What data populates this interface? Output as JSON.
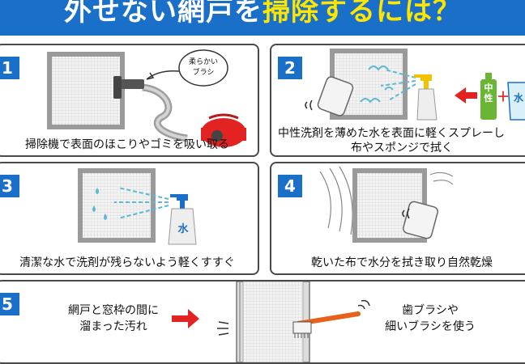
{
  "title": {
    "part1": "外せない網戸を",
    "part2": "掃除するには？"
  },
  "steps": [
    {
      "number": "1",
      "caption": "掃除機で表面のほこりやゴミを吸い取る",
      "bubble_line1": "柔らかい",
      "bubble_line2": "ブラシ"
    },
    {
      "number": "2",
      "caption_line1": "中性洗剤を薄めた水を表面に軽くスプレーし",
      "caption_line2": "布やスポンジで拭く",
      "bottle_label": "中性",
      "plus": "＋",
      "water_label": "水"
    },
    {
      "number": "3",
      "caption": "清潔な水で洗剤が残らないよう軽くすすぐ",
      "bottle_label": "水"
    },
    {
      "number": "4",
      "caption": "乾いた布で水分を拭き取り自然乾燥"
    },
    {
      "number": "5",
      "left_line1": "網戸と窓枠の間に",
      "left_line2": "溜まった汚れ",
      "right_line1": "歯ブラシや",
      "right_line2": "細いブラシを使う"
    }
  ],
  "colors": {
    "blue": "#1a6fc9",
    "yellow": "#ffe600",
    "red": "#e32222",
    "orange": "#e8611c",
    "spray": "#5bb8d6",
    "green": "#6bb536"
  }
}
